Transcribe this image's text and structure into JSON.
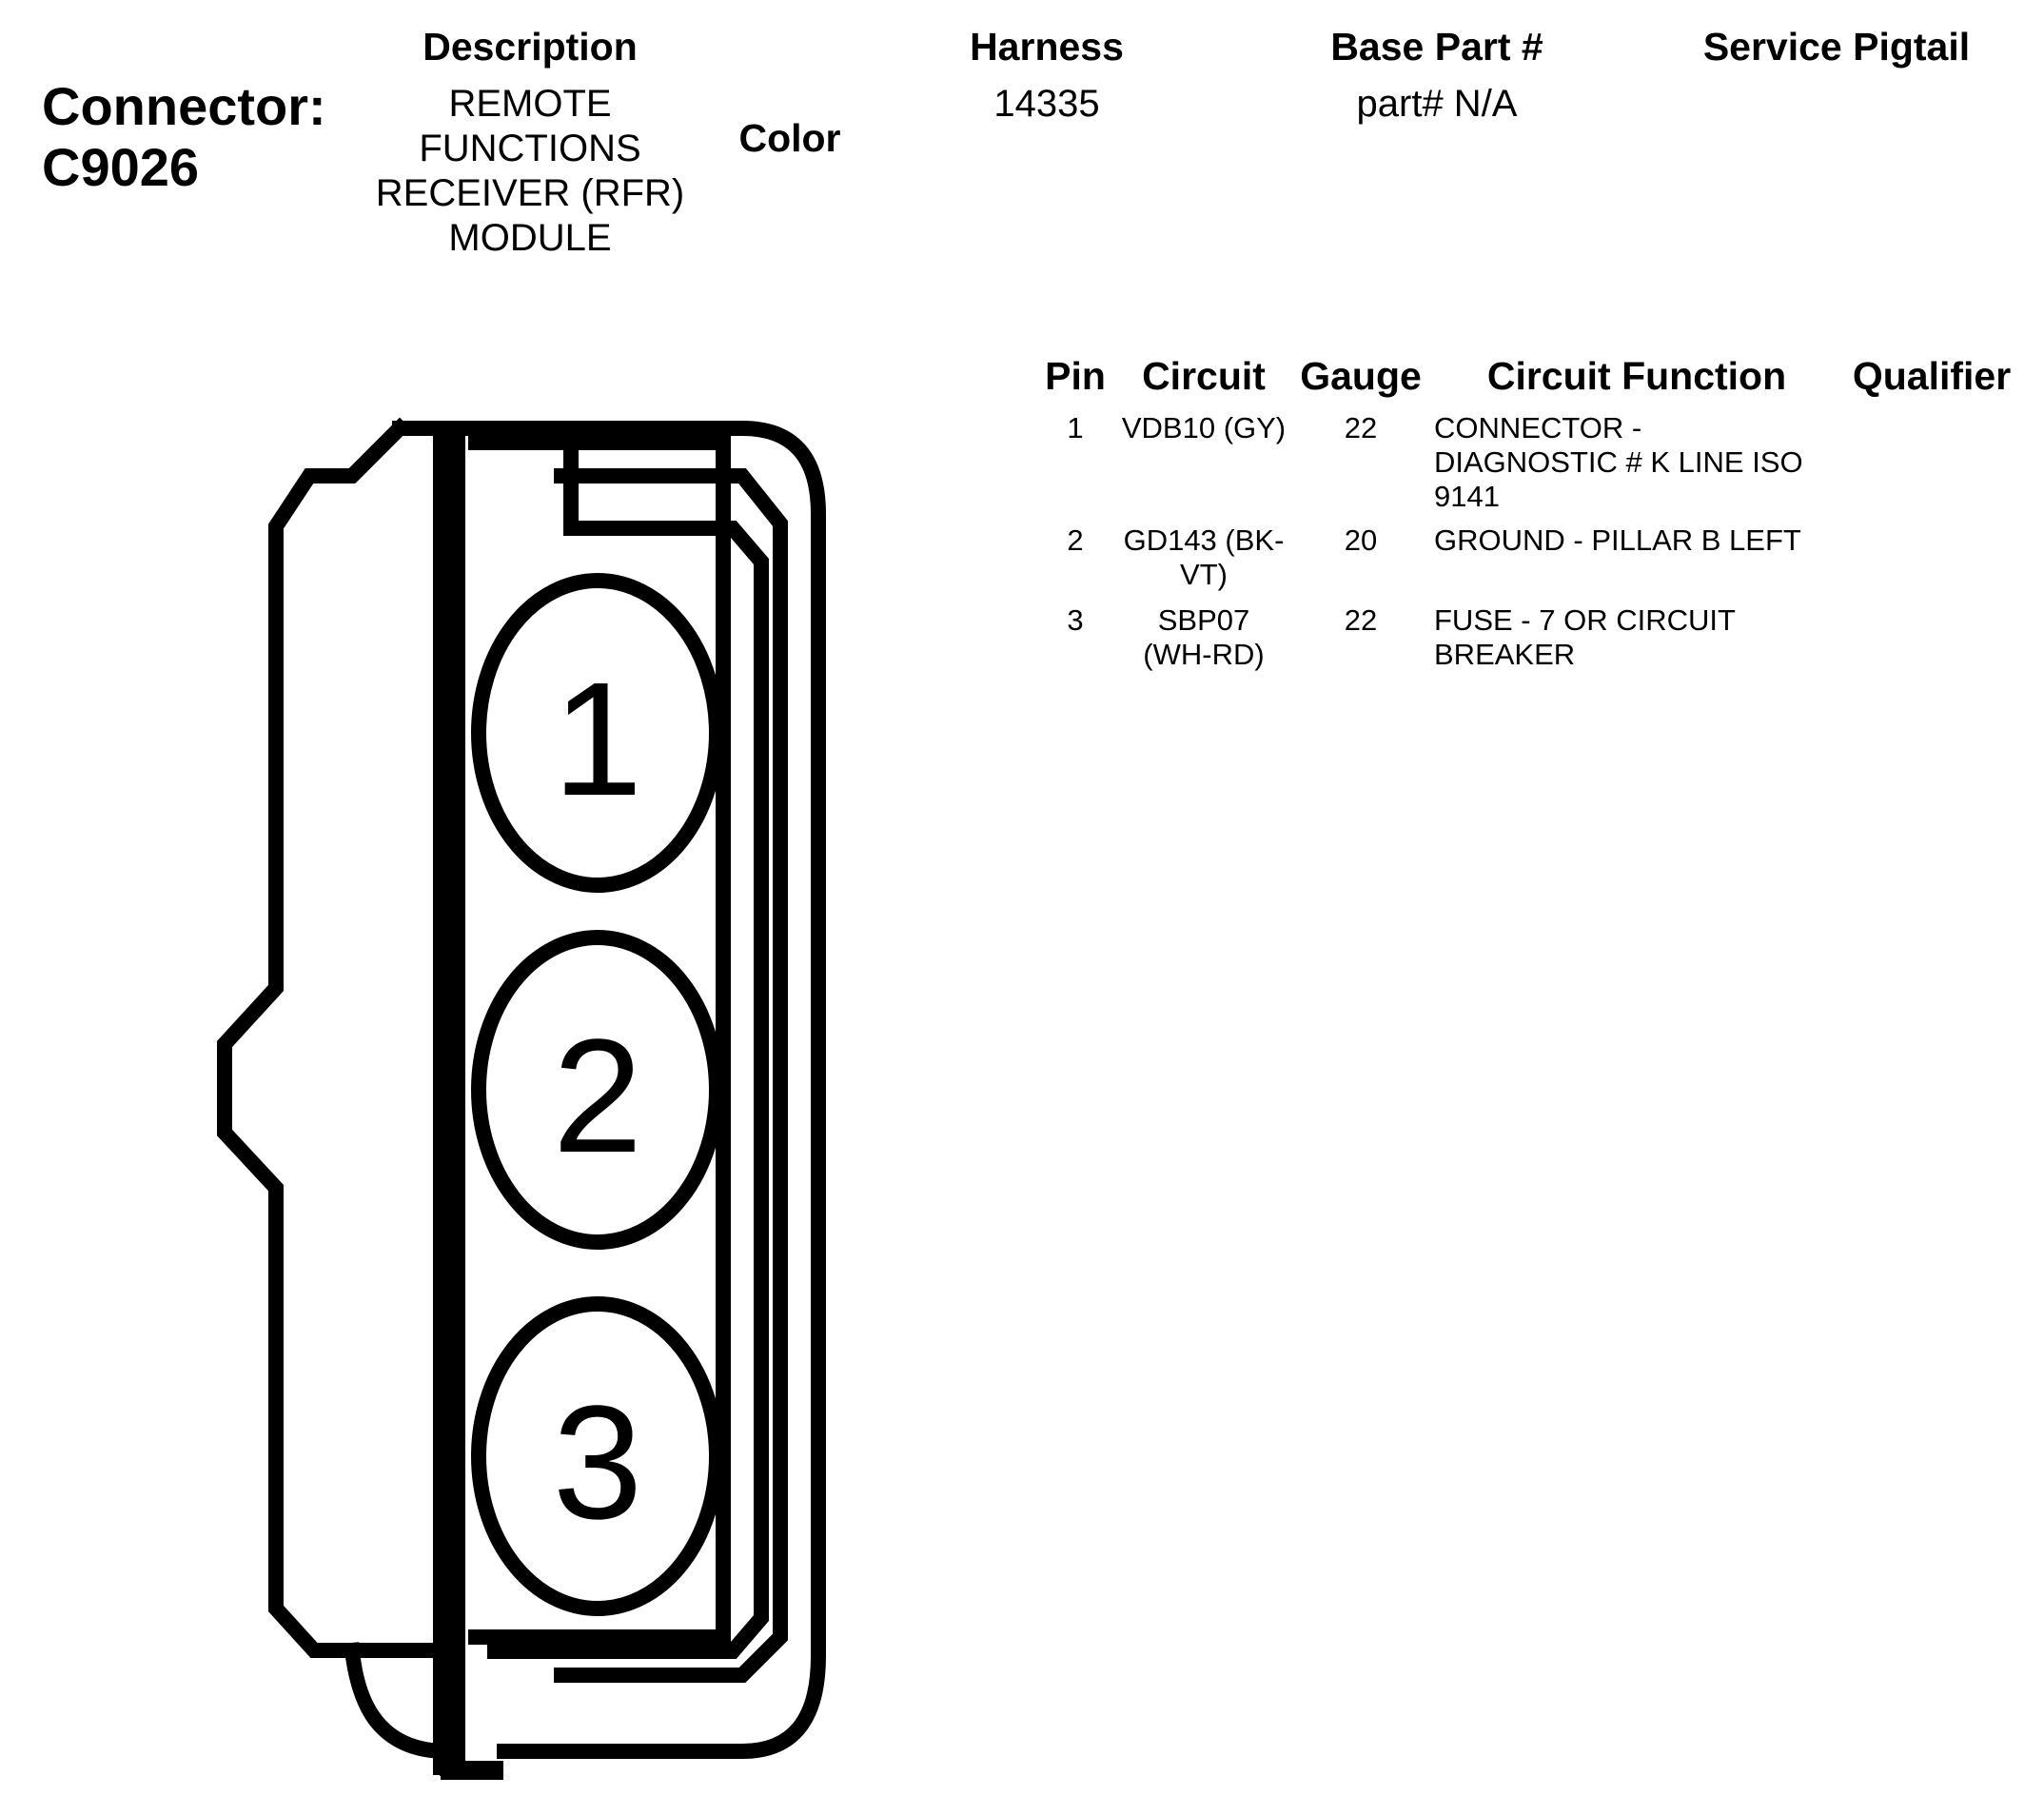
{
  "header": {
    "connector_label": "Connector:",
    "connector_id": "C9026",
    "description_header": "Description",
    "description_lines": [
      "REMOTE",
      "FUNCTIONS",
      "RECEIVER (RFR)",
      "MODULE"
    ],
    "color_header": "Color",
    "harness_header": "Harness",
    "harness_value": "14335",
    "base_part_header": "Base Part #",
    "base_part_value": "part# N/A",
    "service_pigtail_header": "Service Pigtail"
  },
  "table": {
    "columns": [
      "Pin",
      "Circuit",
      "Gauge",
      "Circuit Function",
      "Qualifier"
    ],
    "rows": [
      {
        "pin": "1",
        "circuit": [
          "VDB10 (GY)"
        ],
        "gauge": "22",
        "function": [
          "CONNECTOR -",
          "DIAGNOSTIC # K LINE ISO",
          "9141"
        ],
        "qualifier": ""
      },
      {
        "pin": "2",
        "circuit": [
          "GD143 (BK-",
          "VT)"
        ],
        "gauge": "20",
        "function": [
          "GROUND - PILLAR B LEFT"
        ],
        "qualifier": ""
      },
      {
        "pin": "3",
        "circuit": [
          "SBP07",
          "(WH-RD)"
        ],
        "gauge": "22",
        "function": [
          "FUSE - 7 OR CIRCUIT",
          "BREAKER"
        ],
        "qualifier": ""
      }
    ]
  },
  "diagram": {
    "pin_labels": [
      "1",
      "2",
      "3"
    ],
    "stroke_color": "#000000"
  }
}
